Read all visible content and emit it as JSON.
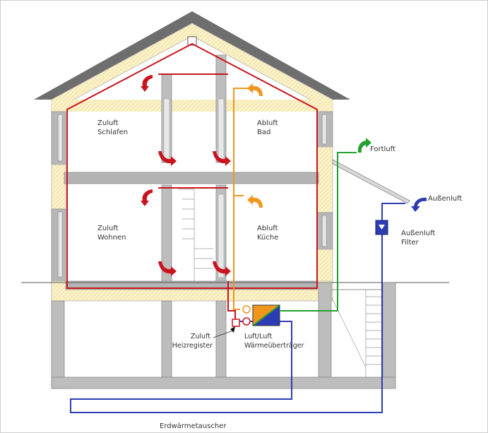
{
  "labels": {
    "zuluft_schlafen": [
      "Zuluft",
      "Schlafen"
    ],
    "abluft_bad": [
      "Abluft",
      "Bad"
    ],
    "zuluft_wohnen": [
      "Zuluft",
      "Wohnen"
    ],
    "abluft_kueche": [
      "Abluft",
      "Küche"
    ],
    "fortluft": "Fortluft",
    "aussenluft": "Außenluft",
    "aussenluft_filter": [
      "Außenluft",
      "Filter"
    ],
    "zuluft_heizregister": [
      "Zuluft",
      "Heizregister"
    ],
    "waermeuebertraeger": [
      "Luft/Luft",
      "Wärmeübertrãger"
    ],
    "erdwaermetauscher": "Erdwärmetauscher"
  },
  "colors": {
    "supply_air": "#c8141e",
    "exhaust_air": "#f0961e",
    "outgoing_air": "#23a02d",
    "outdoor_air": "#2d3cb4",
    "insulation": "#fbf2c8",
    "walls": "#aaaaaa",
    "roof": "#6e6e6e"
  },
  "icons": {
    "supply_arrow": "red-curved-arrow-icon",
    "exhaust_arrow": "orange-curved-arrow-icon",
    "fortluft_arrow": "green-curved-arrow-icon",
    "aussenluft_arrow": "blue-curved-arrow-icon",
    "filter": "filter-icon",
    "heat_exchanger": "heat-exchanger-icon"
  }
}
